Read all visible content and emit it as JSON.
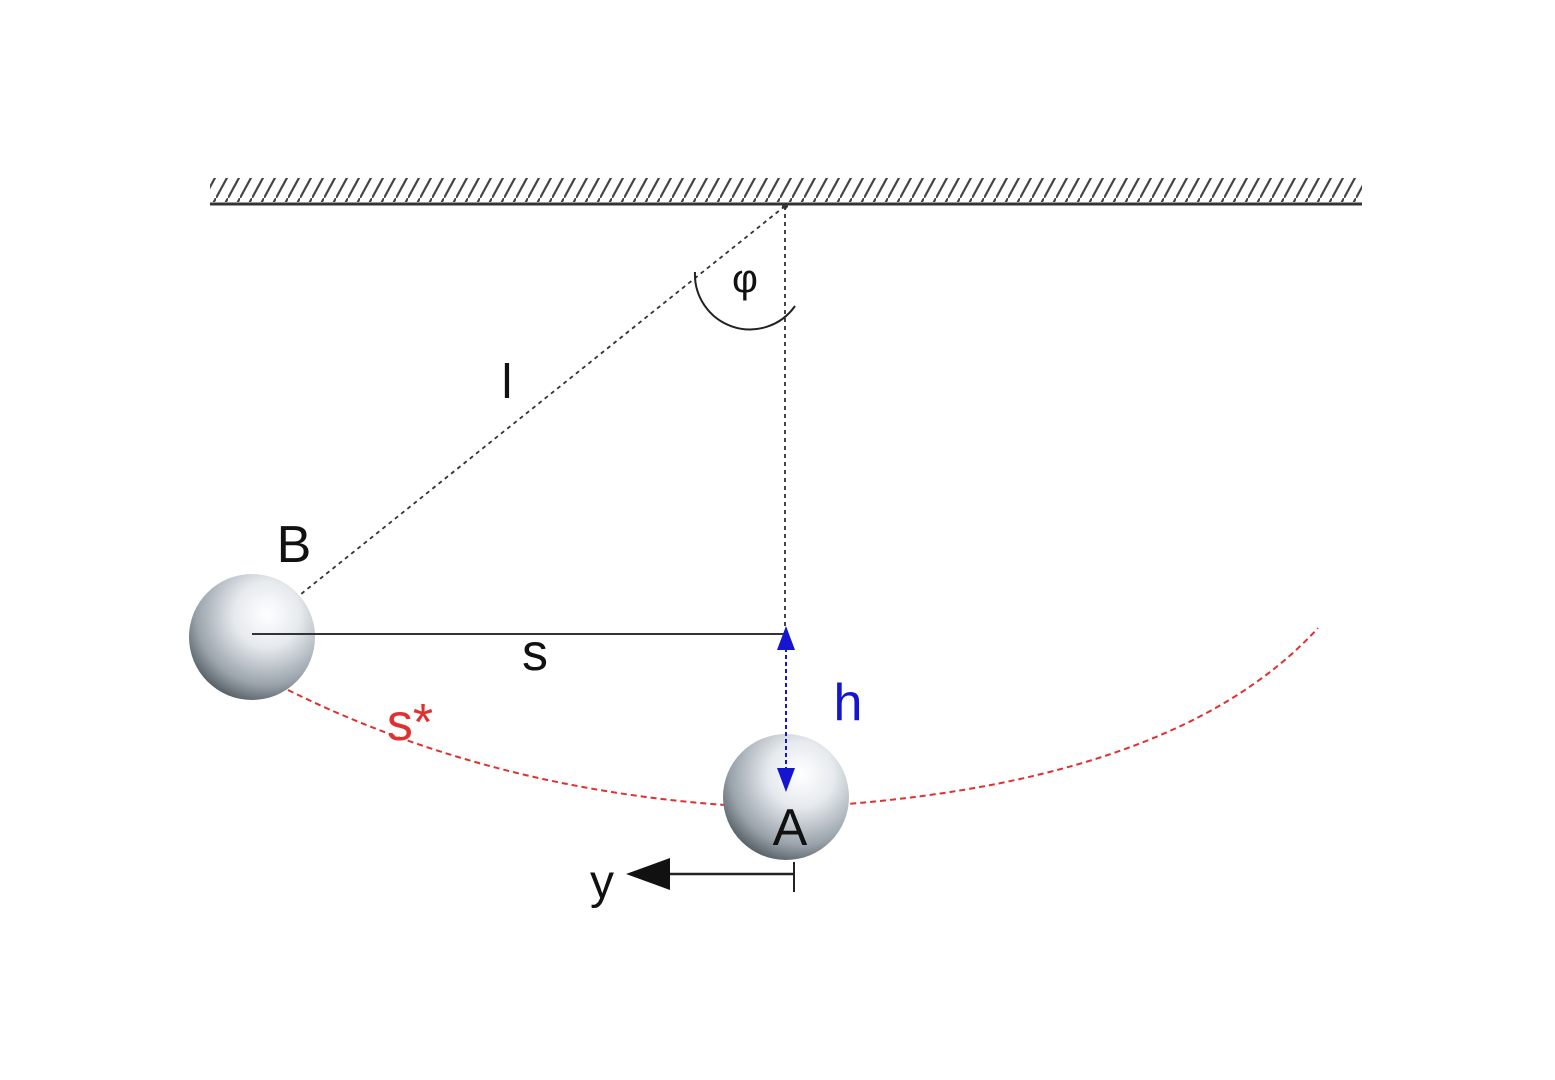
{
  "labels": {
    "phi": "φ",
    "length": "l",
    "point_b": "B",
    "chord": "s",
    "arc": "s*",
    "height": "h",
    "point_a": "A",
    "axis_y": "y"
  },
  "colors": {
    "line": "#333333",
    "arc": "#e03030",
    "height": "#1515d0",
    "text": "#111111"
  }
}
